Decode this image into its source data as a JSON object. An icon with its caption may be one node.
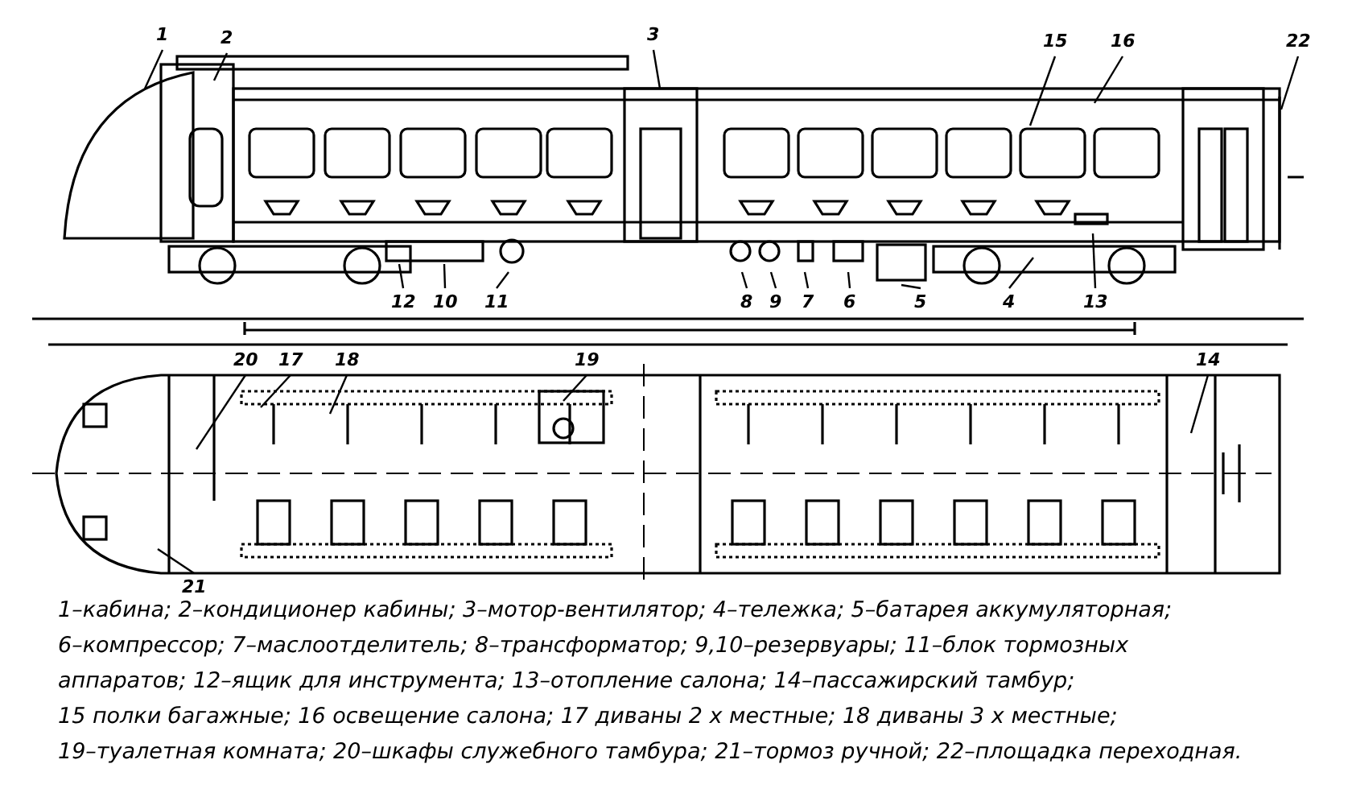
{
  "diagram": {
    "nodes": [
      {
        "text": [
          "1"
        ]
      },
      {
        "text": [
          "2"
        ]
      },
      {
        "text": [
          "3"
        ]
      },
      {
        "text": [
          "15"
        ]
      },
      {
        "text": [
          "16"
        ]
      },
      {
        "text": [
          "22"
        ]
      },
      {
        "text": [
          "12"
        ]
      },
      {
        "text": [
          "10"
        ]
      },
      {
        "text": [
          "11"
        ]
      },
      {
        "text": [
          "8"
        ]
      },
      {
        "text": [
          "9"
        ]
      },
      {
        "text": [
          "7"
        ]
      },
      {
        "text": [
          "6"
        ]
      },
      {
        "text": [
          "5"
        ]
      },
      {
        "text": [
          "4"
        ]
      },
      {
        "text": [
          "13"
        ]
      },
      {
        "text": [
          "20"
        ]
      },
      {
        "text": [
          "17"
        ]
      },
      {
        "text": [
          "18"
        ]
      },
      {
        "text": [
          "19"
        ]
      },
      {
        "text": [
          "14"
        ]
      },
      {
        "text": [
          "21"
        ]
      }
    ],
    "edges": [
      {
        "from": 0,
        "to": null,
        "arrow": "none"
      },
      {
        "from": 1,
        "to": null,
        "arrow": "none"
      },
      {
        "from": 2,
        "to": null,
        "arrow": "none"
      },
      {
        "from": 3,
        "to": null,
        "arrow": "none"
      },
      {
        "from": 4,
        "to": null,
        "arrow": "none"
      },
      {
        "from": 5,
        "to": null,
        "arrow": "none"
      },
      {
        "from": 6,
        "to": null,
        "arrow": "none"
      },
      {
        "from": 7,
        "to": null,
        "arrow": "none"
      },
      {
        "from": 8,
        "to": null,
        "arrow": "none"
      },
      {
        "from": 9,
        "to": null,
        "arrow": "none"
      },
      {
        "from": 10,
        "to": null,
        "arrow": "none"
      },
      {
        "from": 11,
        "to": null,
        "arrow": "none"
      },
      {
        "from": 12,
        "to": null,
        "arrow": "none"
      },
      {
        "from": 13,
        "to": null,
        "arrow": "none"
      },
      {
        "from": 14,
        "to": null,
        "arrow": "none"
      },
      {
        "from": 15,
        "to": null,
        "arrow": "none"
      },
      {
        "from": 16,
        "to": null,
        "arrow": "none"
      },
      {
        "from": 17,
        "to": null,
        "arrow": "none"
      },
      {
        "from": 18,
        "to": null,
        "arrow": "none"
      },
      {
        "from": 19,
        "to": null,
        "arrow": "none"
      },
      {
        "from": 20,
        "to": null,
        "arrow": "none"
      },
      {
        "from": 21,
        "to": null,
        "arrow": "none"
      }
    ],
    "labels": [
      "1–кабина; 2–кондиционер кабины; 3–мотор-вентилятор; 4–тележка; 5–батарея аккумуляторная;",
      "6–компрессор; 7–маслоотделитель; 8–трансформатор; 9,10–резервуары; 11–блок тормозных",
      "аппаратов; 12–ящик для инструмента; 13–отопление салона; 14–пассажирский тамбур;",
      "15 полки багажные; 16 освещение салона; 17 диваны 2 х местные; 18 диваны 3 х местные;",
      "19–туалетная комната; 20–шкафы служебного тамбура; 21–тормоз ручной; 22–площадка переходная."
    ]
  }
}
